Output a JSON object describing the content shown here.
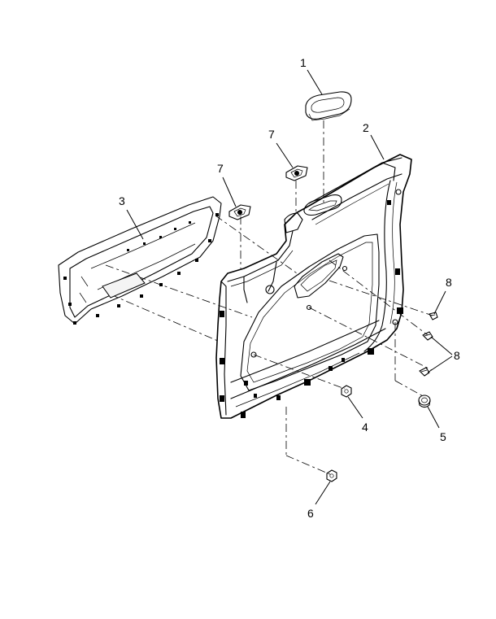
{
  "callouts": {
    "c1": "1",
    "c2": "2",
    "c3": "3",
    "c4": "4",
    "c5": "5",
    "c6": "6",
    "c7a": "7",
    "c7b": "7",
    "c8a": "8",
    "c8b": "8"
  },
  "parts": [
    {
      "callout": "1",
      "name": "switch-bezel"
    },
    {
      "callout": "2",
      "name": "door-trim-panel"
    },
    {
      "callout": "3",
      "name": "armrest-trim"
    },
    {
      "callout": "4",
      "name": "fastener-nut"
    },
    {
      "callout": "5",
      "name": "grommet"
    },
    {
      "callout": "6",
      "name": "fastener-nut"
    },
    {
      "callout": "7",
      "name": "retainer-clip"
    },
    {
      "callout": "8",
      "name": "push-pin-clip"
    }
  ]
}
